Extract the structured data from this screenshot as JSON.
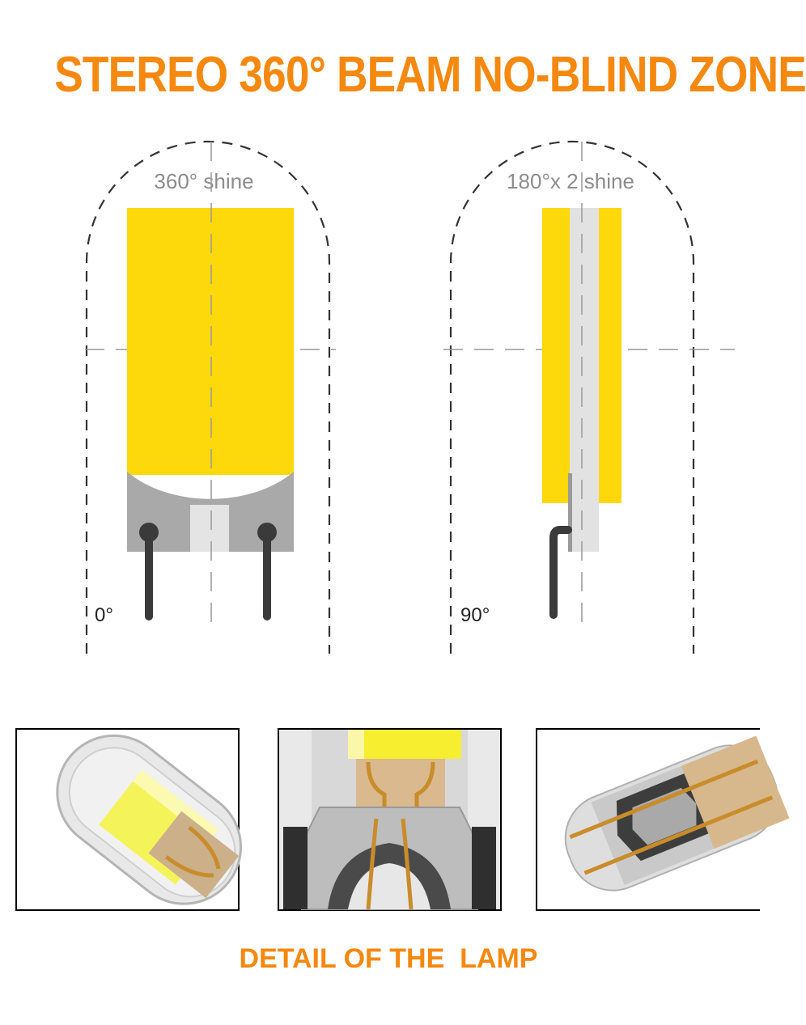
{
  "headline": "STEREO 360° BEAM NO-BLIND ZONE",
  "left_view": {
    "shine_label": "360° shine",
    "angle_label": "0°"
  },
  "right_view": {
    "shine_label": "180°x 2 shine",
    "angle_label": "90°"
  },
  "details": {
    "caption": "DETAIL OF THE  LAMP",
    "panels": [
      "lamp-angled-view",
      "lamp-base-front-view",
      "lamp-base-rotated-view"
    ]
  },
  "colors": {
    "headline": "#f5880f",
    "chip_yellow": "#fdd80b",
    "base_gray": "#a8a8a8",
    "lead_dark": "#3a3a3a"
  }
}
